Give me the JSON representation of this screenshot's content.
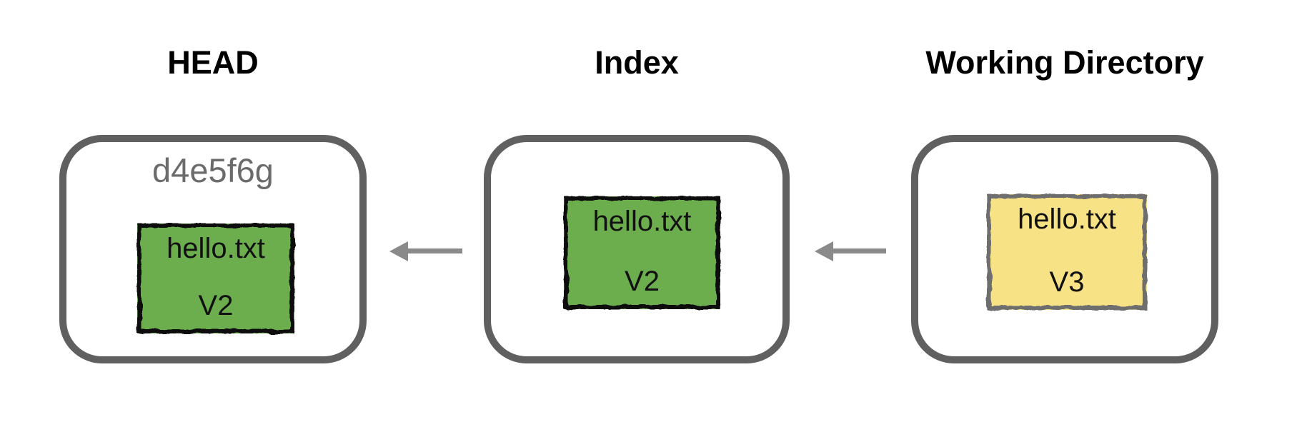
{
  "columns": {
    "head": {
      "title": "HEAD",
      "commit_hash": "d4e5f6g",
      "file": {
        "name": "hello.txt",
        "version": "V2"
      }
    },
    "index": {
      "title": "Index",
      "file": {
        "name": "hello.txt",
        "version": "V2"
      }
    },
    "working_directory": {
      "title": "Working Directory",
      "file": {
        "name": "hello.txt",
        "version": "V3"
      }
    }
  },
  "arrows": [
    {
      "from": "Index",
      "to": "HEAD"
    },
    {
      "from": "Working Directory",
      "to": "Index"
    }
  ],
  "colors": {
    "background": "#FFFFFF",
    "title_text": "#000000",
    "container_border": "#606060",
    "commit_hash_text": "#6B6B6B",
    "arrow": "#8A8A8A",
    "file_text": "#111111",
    "file_green_fill": "#6CAD4E",
    "file_green_border": "#111111",
    "file_yellow_fill": "#F8E286",
    "file_yellow_border": "#6E6E6E"
  }
}
